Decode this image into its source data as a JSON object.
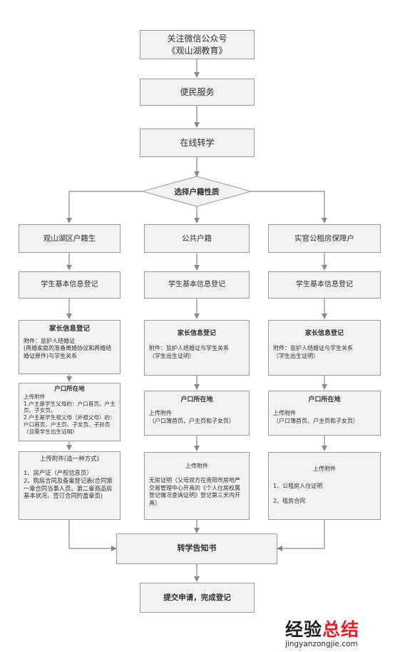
{
  "top": {
    "step1": [
      "关注微信公众号",
      "《观山湖教育》"
    ],
    "step2": "便民服务",
    "step3": "在线转学"
  },
  "decision": "选择户籍性质",
  "columns": [
    {
      "category": "观山湖区户籍生",
      "student_info": "学生基本信息登记",
      "parent_info": {
        "title": "家长信息登记",
        "body": "附件：监护人结婚证\n(再婚家庭的准备离婚协议和再婚结婚证原件)与学生关系"
      },
      "hukou": {
        "title": "户口所在地",
        "body": "上传附件\n1.户主是学生父母的：户口首页、户主页、子女页。\n2.户主是学生祖父母（外祖父母）的：户口首页、户主页、子女页、子孙页（且需学生出生证明）"
      },
      "upload": {
        "title": "上传附件(选一种方式)",
        "body": "1、房产证（产权信息页）\n2、购房合同及备案登记表(合同第一章合同当事人页、第二章商品房基本状况、签订合同的盖章页)"
      }
    },
    {
      "category": "公共户籍",
      "student_info": "学生基本信息登记",
      "parent_info": {
        "title": "家长信息登记",
        "body": "附件：监护人结婚证与学生关系\n（学生出生证明）"
      },
      "hukou": {
        "title": "户口所在地",
        "body": "上传附件\n（户口簿首页、户主页和子女页）"
      },
      "upload": {
        "title": "上传附件",
        "body": "无房证明（父母双方在贵阳市房地产交易管理中心开具的《个人住房权属登记情况查询证明》登记第三天内开具）"
      }
    },
    {
      "category": "实官公租房保障户",
      "student_info": "学生基本信息登记",
      "parent_info": {
        "title": "家长信息登记",
        "body": "附件：监护人结婚证与学生关系\n（学生出生证明）"
      },
      "hukou": {
        "title": "户口所在地",
        "body": "上传附件\n（户口簿首页、户主页和子女页）"
      },
      "upload": {
        "title": "上传附件",
        "body": "1、公租房入住证明\n\n2、租房合同"
      }
    }
  ],
  "notice": "转学告知书",
  "final": "提交申请，完成登记",
  "watermark": {
    "cn_black": "经验",
    "cn_red": "总结",
    "url": "jingyanzongjie.com"
  }
}
